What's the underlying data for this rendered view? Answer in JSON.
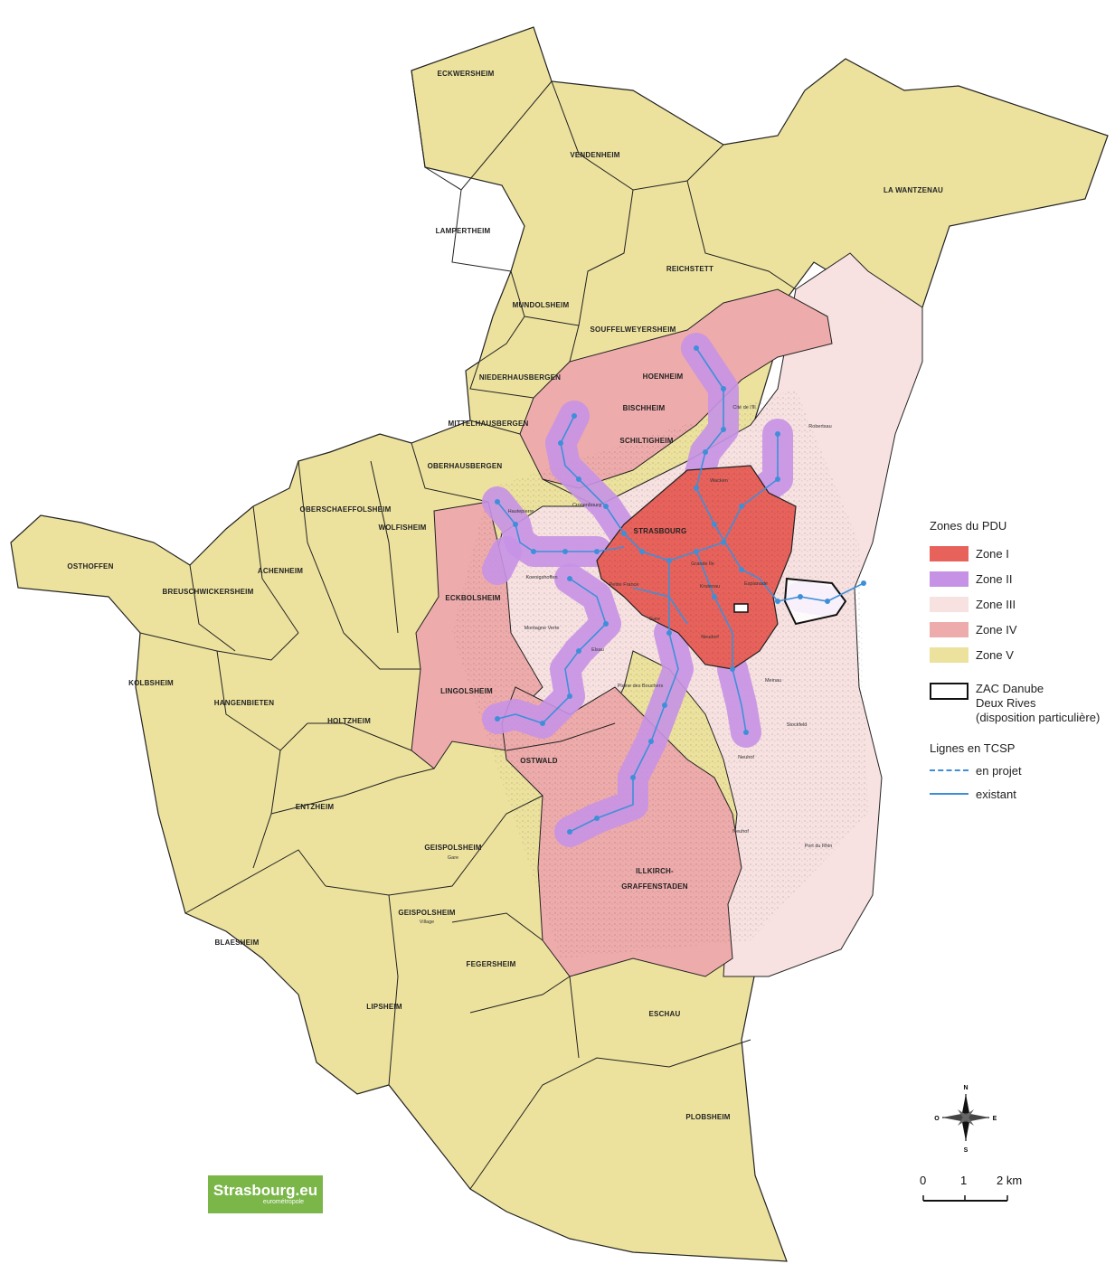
{
  "legend": {
    "title": "Zones du PDU",
    "zones": [
      {
        "label": "Zone I",
        "color": "#e8625c"
      },
      {
        "label": "Zone II",
        "color": "#c692e6"
      },
      {
        "label": "Zone III",
        "color": "#f7e1e1"
      },
      {
        "label": "Zone IV",
        "color": "#eeabab"
      },
      {
        "label": "Zone V",
        "color": "#ece29e"
      }
    ],
    "zac": {
      "line1": "ZAC Danube",
      "line2": "Deux Rives",
      "line3": "(disposition particulière)"
    },
    "tcsp": {
      "title": "Lignes en TCSP",
      "projet": "en projet",
      "existant": "existant",
      "color": "#3f8fd8"
    }
  },
  "communes": [
    "ECKWERSHEIM",
    "VENDENHEIM",
    "LA WANTZENAU",
    "LAMPERTHEIM",
    "REICHSTETT",
    "MUNDOLSHEIM",
    "SOUFFELWEYERSHEIM",
    "HOENHEIM",
    "NIEDERHAUSBERGEN",
    "BISCHHEIM",
    "MITTELHAUSBERGEN",
    "SCHILTIGHEIM",
    "OBERHAUSBERGEN",
    "OBERSCHAEFFOLSHEIM",
    "WOLFISHEIM",
    "STRASBOURG",
    "OSTHOFFEN",
    "BREUSCHWICKERSHEIM",
    "ACHENHEIM",
    "ECKBOLSHEIM",
    "KOLBSHEIM",
    "HANGENBIETEN",
    "HOLTZHEIM",
    "LINGOLSHEIM",
    "OSTWALD",
    "ENTZHEIM",
    "GEISPOLSHEIM",
    "ILLKIRCH-",
    "GRAFFENSTADEN",
    "GEISPOLSHEIM",
    "BLAESHEIM",
    "FEGERSHEIM",
    "LIPSHEIM",
    "ESCHAU",
    "PLOBSHEIM"
  ],
  "commune_sublabels": [
    "Gare",
    "Village"
  ],
  "quarters": [
    "Robertsau",
    "Cité de l'Ill",
    "Wacken",
    "Hautepierre",
    "Cronenbourg",
    "Grande Île",
    "Krutenau",
    "Esplanade",
    "Petite France",
    "Koenigshoffen",
    "Montagne Verte",
    "Elsau",
    "Gare",
    "Neudorf",
    "Meinau",
    "Stockfeld",
    "Neuhof",
    "Port du Rhin",
    "Neuhof",
    "Plaine des Bouchers"
  ],
  "compass": {
    "n": "N",
    "s": "S",
    "e": "E",
    "o": "O"
  },
  "scale": {
    "t0": "0",
    "t1": "1",
    "t2": "2 km"
  },
  "logo": {
    "brand": "Strasbourg.eu",
    "sub": "eurométropole"
  }
}
